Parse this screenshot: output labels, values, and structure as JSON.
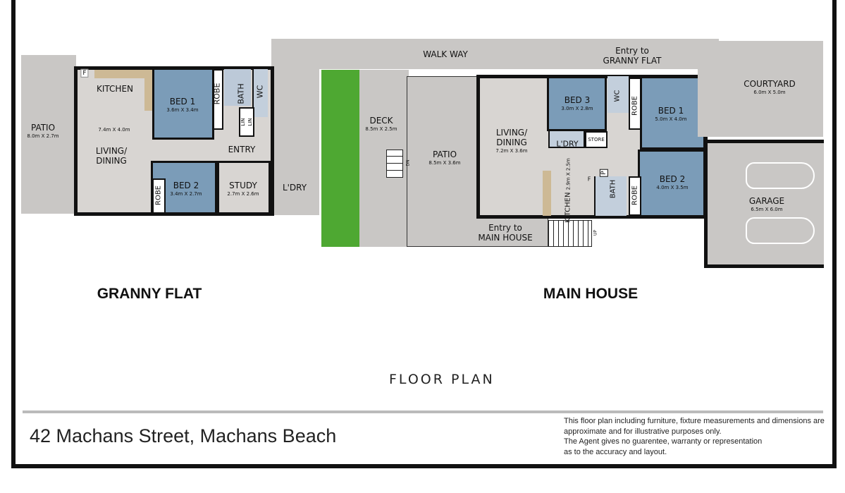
{
  "granny_flat": {
    "title": "GRANNY FLAT",
    "rooms": {
      "patio": {
        "name": "PATIO",
        "size": "8.0m X 2.7m"
      },
      "kitchen": {
        "name": "KITCHEN"
      },
      "fridge": {
        "name": "F"
      },
      "living": {
        "name": "LIVING/\nDINING",
        "size": "7.4m X 4.0m"
      },
      "bed1": {
        "name": "BED 1",
        "size": "3.6m X 3.4m"
      },
      "robe1": {
        "name": "ROBE"
      },
      "bath": {
        "name": "BATH"
      },
      "wc": {
        "name": "WC"
      },
      "lin1": {
        "name": "LIN"
      },
      "lin2": {
        "name": "LIN"
      },
      "entry": {
        "name": "ENTRY"
      },
      "bed2": {
        "name": "BED 2",
        "size": "3.4m X 2.7m"
      },
      "robe2": {
        "name": "ROBE"
      },
      "study": {
        "name": "STUDY",
        "size": "2.7m X 2.6m"
      },
      "laundry": {
        "name": "L'DRY"
      }
    }
  },
  "walkway": {
    "name": "WALK WAY",
    "entry_label": "Entry to\nGRANNY FLAT"
  },
  "main_house": {
    "title": "MAIN HOUSE",
    "rooms": {
      "deck": {
        "name": "DECK",
        "size": "8.5m X 2.5m",
        "stairs": "DN"
      },
      "patio": {
        "name": "PATIO",
        "size": "8.5m X 3.6m"
      },
      "living": {
        "name": "LIVING/\nDINING",
        "size": "7.2m X 3.6m"
      },
      "bed3": {
        "name": "BED 3",
        "size": "3.0m X 2.8m"
      },
      "wc": {
        "name": "WC"
      },
      "robe1": {
        "name": "ROBE"
      },
      "bed1": {
        "name": "BED 1",
        "size": "5.0m X 4.0m"
      },
      "laundry": {
        "name": "L'DRY"
      },
      "store": {
        "name": "STORE"
      },
      "kitchen": {
        "name": "KITCHEN",
        "size": "2.9m X 2.5m"
      },
      "fridge": {
        "name": "F"
      },
      "pantry": {
        "name": "P"
      },
      "bath": {
        "name": "BATH"
      },
      "robe2": {
        "name": "ROBE"
      },
      "bed2": {
        "name": "BED 2",
        "size": "4.0m X 3.5m"
      },
      "courtyard": {
        "name": "COURTYARD",
        "size": "6.0m X 5.0m"
      },
      "garage": {
        "name": "GARAGE",
        "size": "6.5m X 6.0m"
      }
    },
    "entry_label": "Entry to\nMAIN HOUSE",
    "stairs": "UP"
  },
  "plan_title": "FLOOR PLAN",
  "address": "42 Machans Street, Machans Beach",
  "disclaimer": "This floor plan including furniture, fixture measurements and dimensions are\napproximate and for illustrative purposes only.\nThe Agent gives no guarentee, warranty or representation\nas to the accuracy and layout.",
  "colors": {
    "bedroom": "#7b9cb8",
    "floor": "#d8d5d2",
    "outdoor": "#c9c7c5",
    "lawn": "#4ea832",
    "wall": "#111111"
  }
}
